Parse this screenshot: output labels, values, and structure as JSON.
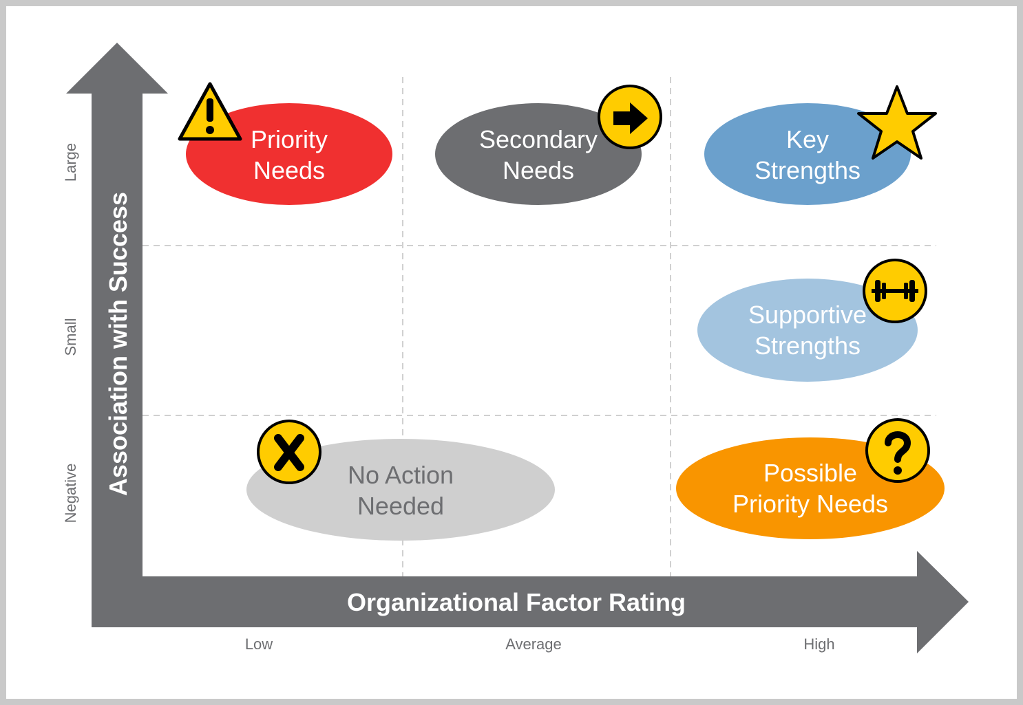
{
  "axes": {
    "x_title": "Organizational Factor Rating",
    "y_title": "Association with Success",
    "x_ticks": [
      "Low",
      "Average",
      "High"
    ],
    "y_ticks": [
      "Large",
      "Small",
      "Negative"
    ]
  },
  "categories": {
    "priority_needs": {
      "line1": "Priority",
      "line2": "Needs",
      "icon": "warning-icon",
      "color": "#f03030"
    },
    "secondary_needs": {
      "line1": "Secondary",
      "line2": "Needs",
      "icon": "arrow-right-icon",
      "color": "#6d6e71"
    },
    "key_strengths": {
      "line1": "Key",
      "line2": "Strengths",
      "icon": "star-icon",
      "color": "#6ba0cc"
    },
    "supportive_strengths": {
      "line1": "Supportive",
      "line2": "Strengths",
      "icon": "dumbbell-icon",
      "color": "#a3c4df"
    },
    "no_action_needed": {
      "line1": "No Action",
      "line2": "Needed",
      "icon": "x-icon",
      "color": "#cfcfcf"
    },
    "possible_priority_needs": {
      "line1": "Possible",
      "line2": "Priority Needs",
      "icon": "question-icon",
      "color": "#f99500"
    }
  },
  "colors": {
    "axis": "#6d6e71",
    "grid": "#d0d0d0",
    "icon_badge": "#ffcc00"
  }
}
